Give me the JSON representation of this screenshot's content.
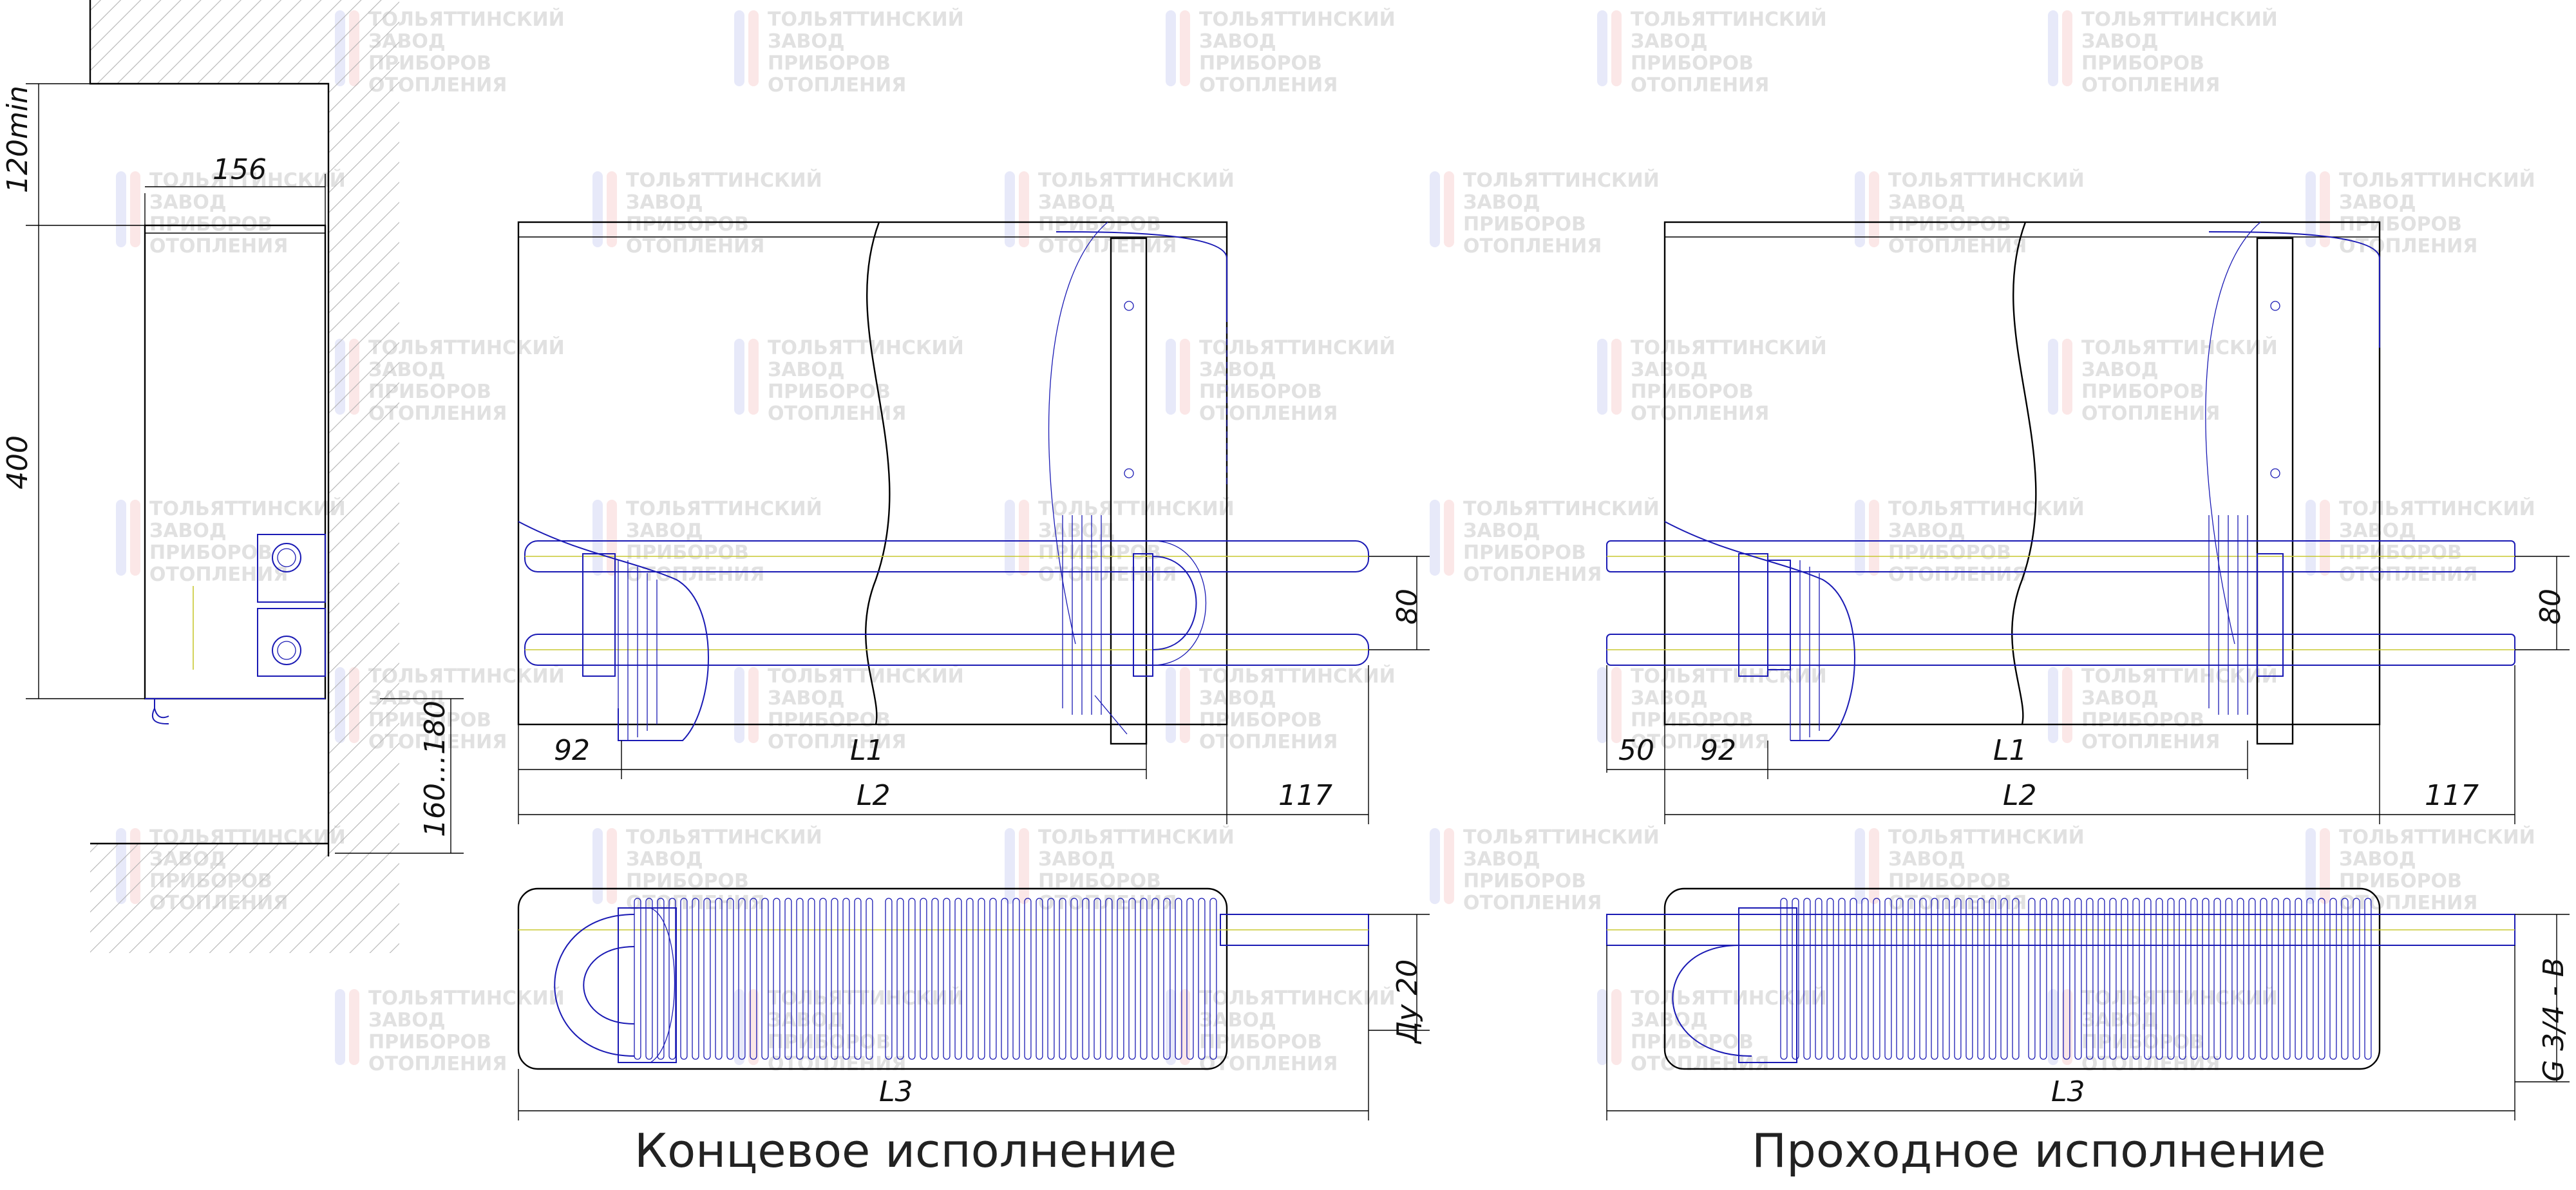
{
  "watermark": [
    "ТОЛЬЯТТИНСКИЙ",
    "ЗАВОД",
    "ПРИБОРОВ",
    "ОТОПЛЕНИЯ"
  ],
  "colors": {
    "line": "#000000",
    "outline": "#1a1ab4",
    "axis": "#c8c832",
    "wall_hatch": "#b4b4b4",
    "watermark_red": "#f0a0a0",
    "watermark_blue": "#a0a8e8"
  },
  "side_view": {
    "dim_top": "120min",
    "dim_depth": "156",
    "dim_height": "400",
    "dim_floor": "160…180"
  },
  "end_version": {
    "caption": "Концевое исполнение",
    "dim_92": "92",
    "dim_L1": "L1",
    "dim_L2": "L2",
    "dim_117": "117",
    "dim_80": "80",
    "dim_L3": "L3",
    "dim_pipe": "Ду 20"
  },
  "pass_version": {
    "caption": "Проходное исполнение",
    "dim_50": "50",
    "dim_92": "92",
    "dim_L1": "L1",
    "dim_L2": "L2",
    "dim_117": "117",
    "dim_80": "80",
    "dim_L3": "L3",
    "dim_thread": "G 3/4 - B"
  }
}
